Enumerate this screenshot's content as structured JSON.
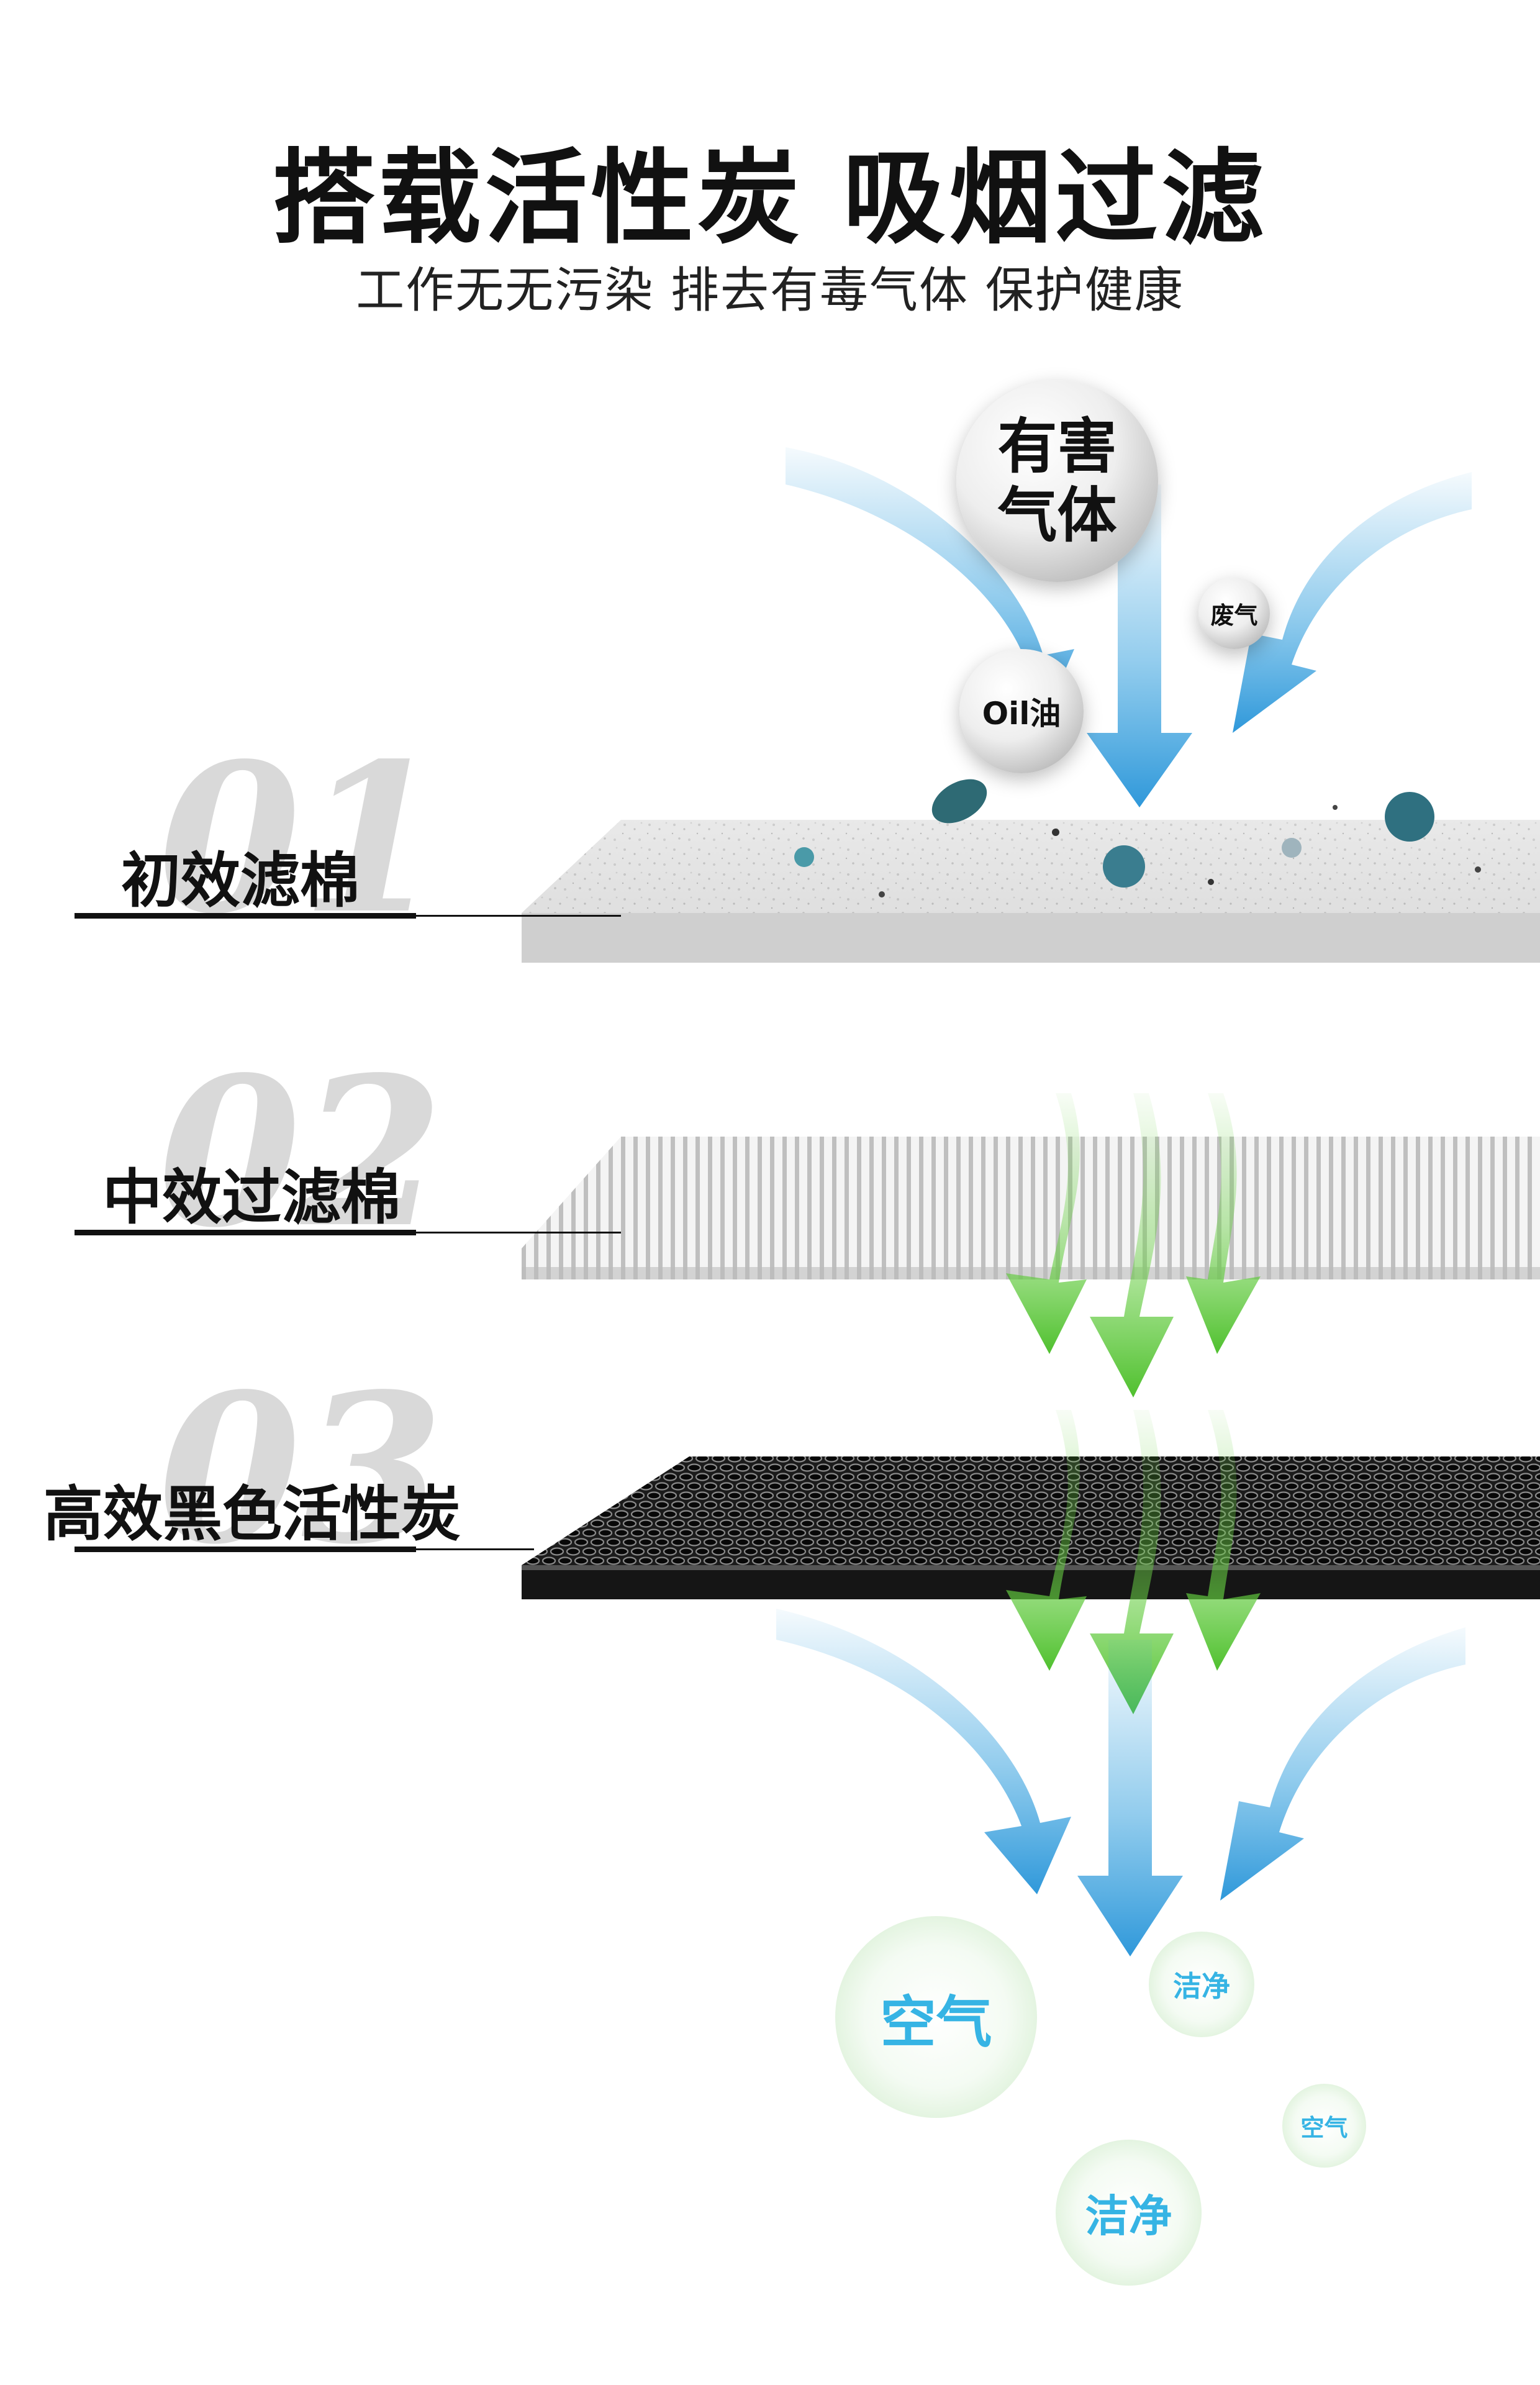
{
  "header": {
    "title": "搭载活性炭 吸烟过滤",
    "subtitle": "工作无无污染 排去有毒气体 保护健康"
  },
  "pollutants": {
    "harmful_gas": "有害气体",
    "harmful_gas_line1": "有害",
    "harmful_gas_line2": "气体",
    "oil": "Oil油",
    "exhaust": "废气"
  },
  "layers": [
    {
      "number": "01",
      "name": "初效滤棉"
    },
    {
      "number": "02",
      "name": "中效过滤棉"
    },
    {
      "number": "03",
      "name": "高效黑色活性炭"
    }
  ],
  "output": {
    "air_large": "空气",
    "clean_small": "洁净",
    "air_small": "空气",
    "clean_large": "洁净"
  },
  "colors": {
    "blue_arrow": "#3aa3df",
    "green_arrow": "#5cc83a",
    "clean_text": "#36b4e4",
    "carbon": "#1a1a1a"
  }
}
